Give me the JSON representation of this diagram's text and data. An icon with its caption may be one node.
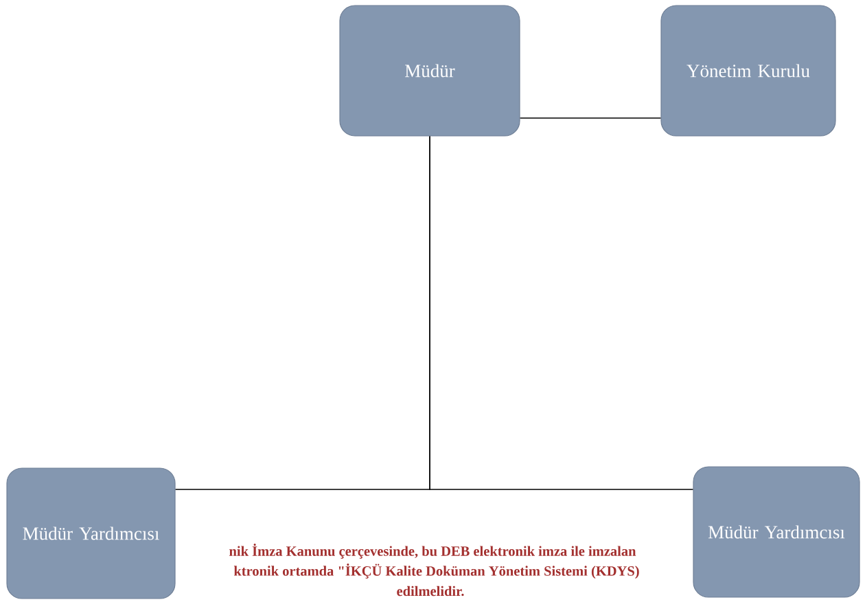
{
  "diagram": {
    "nodes": [
      {
        "text": [
          "Müdür"
        ]
      },
      {
        "text": [
          "Yönetim Kurulu"
        ]
      },
      {
        "text": [
          "Müdür Yardımcısı"
        ]
      },
      {
        "text": [
          "Müdür Yardımcısı"
        ]
      }
    ],
    "edges": [
      {
        "from": 0,
        "to": 1,
        "arrow": "none"
      },
      {
        "from": 0,
        "to": 2,
        "arrow": "none"
      },
      {
        "from": 0,
        "to": 3,
        "arrow": "none"
      }
    ],
    "labels": [
      "nik İmza Kanunu çerçevesinde, bu DEB elektronik imza ile imzalan",
      "ktronik ortamda \"İKÇÜ Kalite Doküman Yönetim Sistemi (KDYS)",
      "edilmelidir."
    ]
  }
}
